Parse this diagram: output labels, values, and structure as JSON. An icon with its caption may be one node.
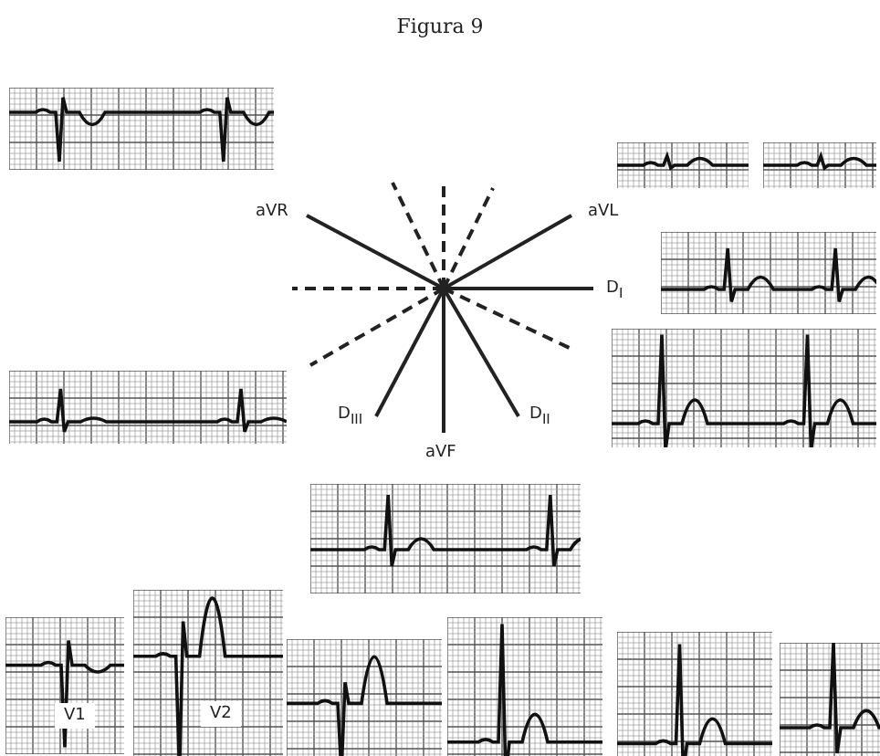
{
  "diagram": {
    "title": "Figura 9",
    "labels": [
      "aVR",
      "aVL",
      "D$_{I}$",
      "D$_{III}$",
      "D$_{II}$",
      "aVF",
      "V1",
      "V2"
    ]
  }
}
